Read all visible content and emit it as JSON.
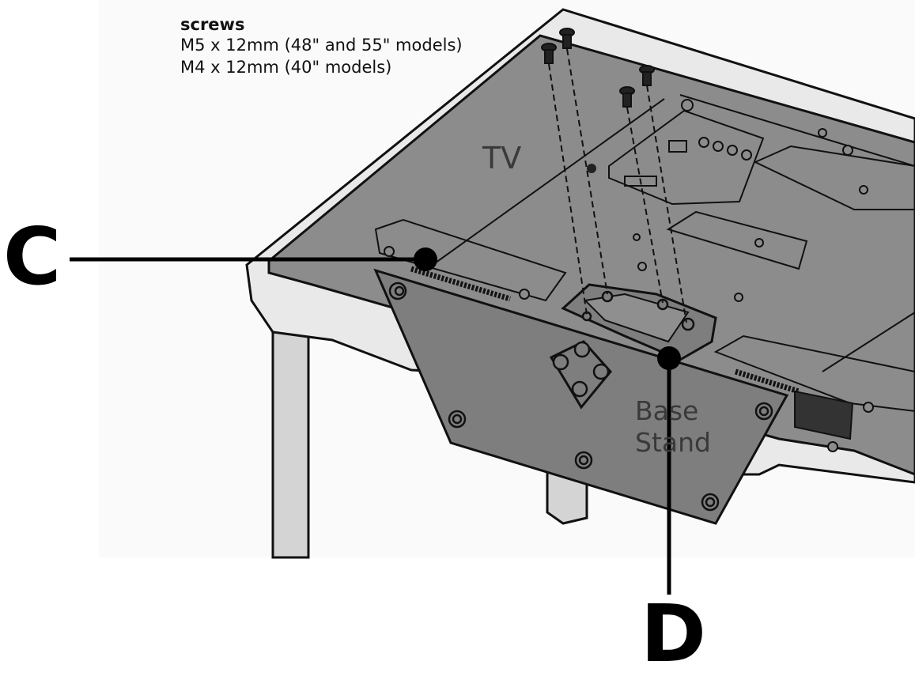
{
  "screws": {
    "title": "screws",
    "line1": "M5 x 12mm (48\" and 55\" models)",
    "line2": "M4 x 12mm (40\" models)"
  },
  "labels": {
    "tv": "TV",
    "base_line1": "Base",
    "base_line2": "Stand"
  },
  "callouts": {
    "c": "C",
    "d": "D"
  },
  "colors": {
    "tv_back": "#8c8c8c",
    "stand": "#7e7e7e",
    "outline": "#111111",
    "table_edge": "#e6e6e6",
    "leg": "#d4d4d4",
    "background": "#ffffff"
  }
}
